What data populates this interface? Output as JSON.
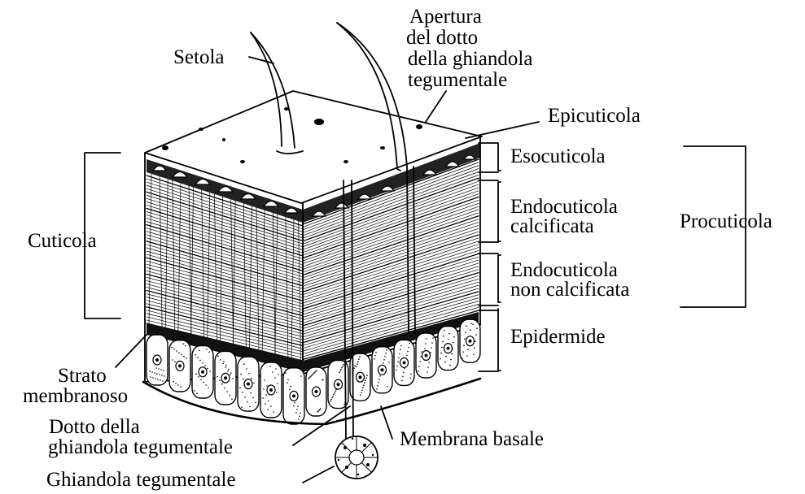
{
  "labels": {
    "setola": "Setola",
    "apertura": [
      "Apertura",
      "del dotto",
      "della ghiandola",
      "tegumentale"
    ],
    "epicuticola": "Epicuticola",
    "esocuticola": "Esocuticola",
    "endocuticola_calcificata": [
      "Endocuticola",
      "calcificata"
    ],
    "procuticola": "Procuticola",
    "endocuticola_non_calcificata": [
      "Endocuticola",
      "non calcificata"
    ],
    "epidermide": "Epidermide",
    "cuticola": "Cuticola",
    "strato_membranoso": [
      "Strato",
      "membranoso"
    ],
    "dotto_ghiandola": [
      "Dotto della",
      "ghiandola tegumentale"
    ],
    "membrana_basale": "Membrana basale",
    "ghiandola_tegumentale": "Ghiandola tegumentale"
  }
}
